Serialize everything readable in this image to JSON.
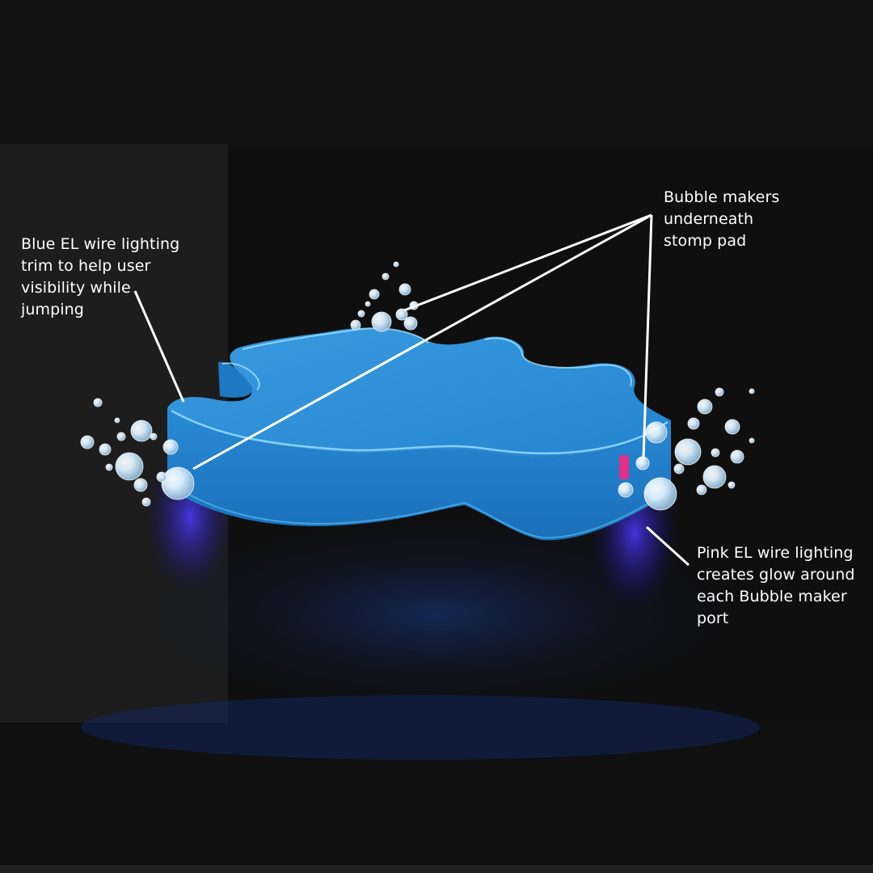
{
  "colors": {
    "background": "#0f0f10",
    "panel": "#1d1d1e",
    "pad_top": "#2b8fd8",
    "pad_side": "#1f7fc8",
    "el_wire_blue": "#8fd9ff",
    "el_wire_pink": "#e0308a",
    "glow": "#3d2fd0",
    "bubble": "#dff2ff",
    "leader_line": "#ffffff"
  },
  "icons": {
    "pad": "stomp-pad-illustration",
    "bubbles": "bubble-cluster"
  },
  "callouts": {
    "blue_el_wire": "Blue EL wire lighting\ntrim to help user\nvisibility while\njumping",
    "bubble_makers": "Bubble makers\nunderneath\nstomp pad",
    "pink_el_wire": "Pink EL wire lighting\ncreates glow around\neach Bubble maker\nport"
  }
}
